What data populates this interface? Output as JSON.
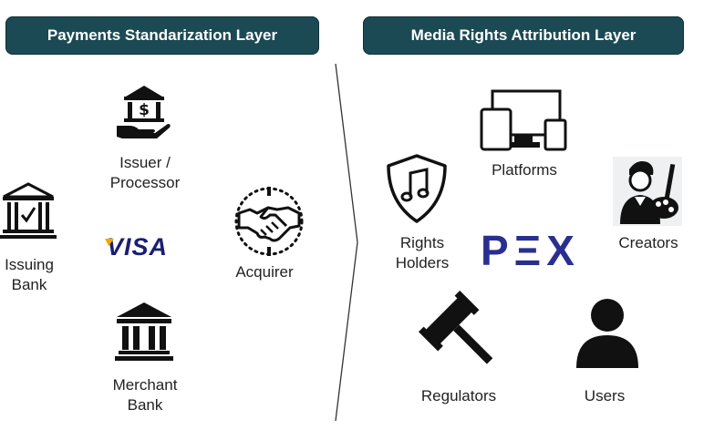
{
  "headers": {
    "left": "Payments Standarization Layer",
    "right": "Media Rights Attribution Layer"
  },
  "payments": {
    "issuing_bank": "Issuing\nBank",
    "issuer_processor": "Issuer /\nProcessor",
    "visa_logo": "VISA",
    "acquirer": "Acquirer",
    "merchant_bank": "Merchant\nBank"
  },
  "media": {
    "platforms": "Platforms",
    "rights_holders": "Rights\nHolders",
    "pex_logo": "PΞX",
    "creators": "Creators",
    "regulators": "Regulators",
    "users": "Users"
  },
  "colors": {
    "header_bg": "#1b4a54",
    "visa_blue": "#1a1f71",
    "visa_gold": "#f7a600",
    "pex_blue": "#2a2f8f"
  },
  "icons": [
    "bank-icon",
    "hand-money-icon",
    "handshake-icon",
    "platforms-devices-icon",
    "music-shield-icon",
    "creator-painter-icon",
    "gavel-icon",
    "user-icon"
  ]
}
